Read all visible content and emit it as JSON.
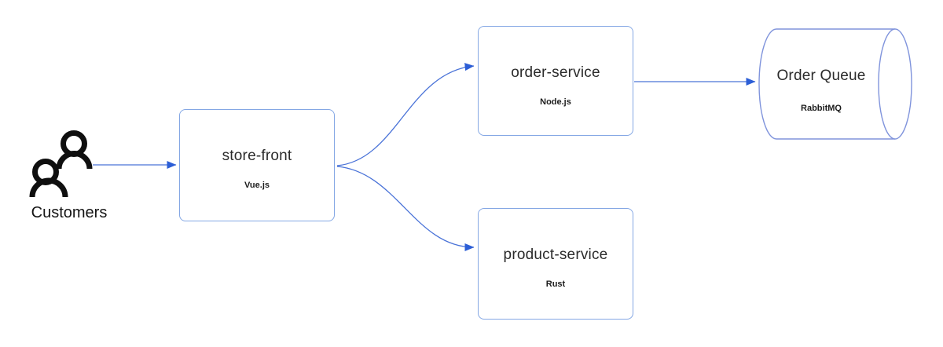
{
  "diagram": {
    "type": "architecture-flow",
    "background": "#ffffff",
    "colors": {
      "shape_border": "#84a7e4",
      "cylinder_border": "#8094dc",
      "connector_line": "#4a73d8",
      "arrowhead": "#2c5ed6",
      "actor_icon": "#0f0f0f",
      "title_text": "#2b2b2b",
      "subtitle_text": "#1c1c1c"
    },
    "actor": {
      "label": "Customers",
      "icon": "two-people-icon"
    },
    "nodes": [
      {
        "id": "store-front",
        "title": "store-front",
        "subtitle": "Vue.js",
        "shape": "rectangle"
      },
      {
        "id": "order-service",
        "title": "order-service",
        "subtitle": "Node.js",
        "shape": "rectangle"
      },
      {
        "id": "product-service",
        "title": "product-service",
        "subtitle": "Rust",
        "shape": "rectangle"
      },
      {
        "id": "order-queue",
        "title": "Order Queue",
        "subtitle": "RabbitMQ",
        "shape": "cylinder"
      }
    ],
    "edges": [
      {
        "from": "customers",
        "to": "store-front",
        "style": "straight-arrow"
      },
      {
        "from": "store-front",
        "to": "order-service",
        "style": "curved-arrow"
      },
      {
        "from": "store-front",
        "to": "product-service",
        "style": "curved-arrow"
      },
      {
        "from": "order-service",
        "to": "order-queue",
        "style": "straight-arrow"
      }
    ]
  }
}
